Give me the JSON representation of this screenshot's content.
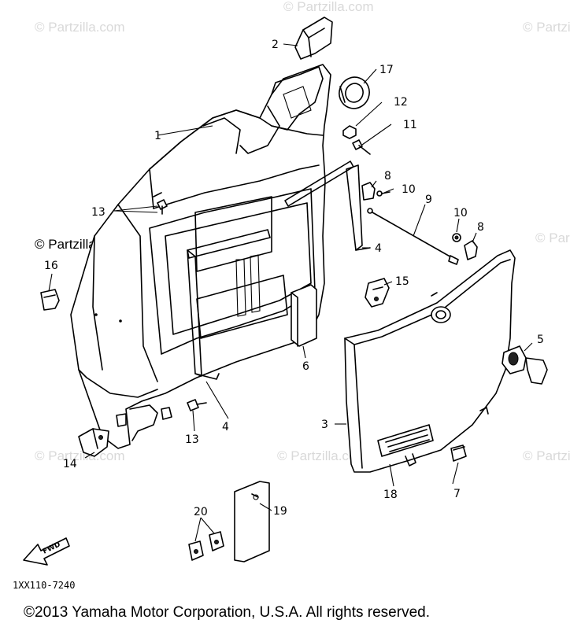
{
  "watermark": "© Partzilla.com",
  "callouts": {
    "c1": "1",
    "c2": "2",
    "c3": "3",
    "c4a": "4",
    "c4b": "4",
    "c5": "5",
    "c6": "6",
    "c7": "7",
    "c8a": "8",
    "c8b": "8",
    "c9": "9",
    "c10a": "10",
    "c10b": "10",
    "c11": "11",
    "c12": "12",
    "c13a": "13",
    "c13b": "13",
    "c14": "14",
    "c15": "15",
    "c16": "16",
    "c17": "17",
    "c18": "18",
    "c19": "19",
    "c20": "20"
  },
  "fwd_label": "FWD",
  "diagram_code": "1XX110-7240",
  "copyright": "©2013  Yamaha Motor Corporation, U.S.A. All rights reserved."
}
